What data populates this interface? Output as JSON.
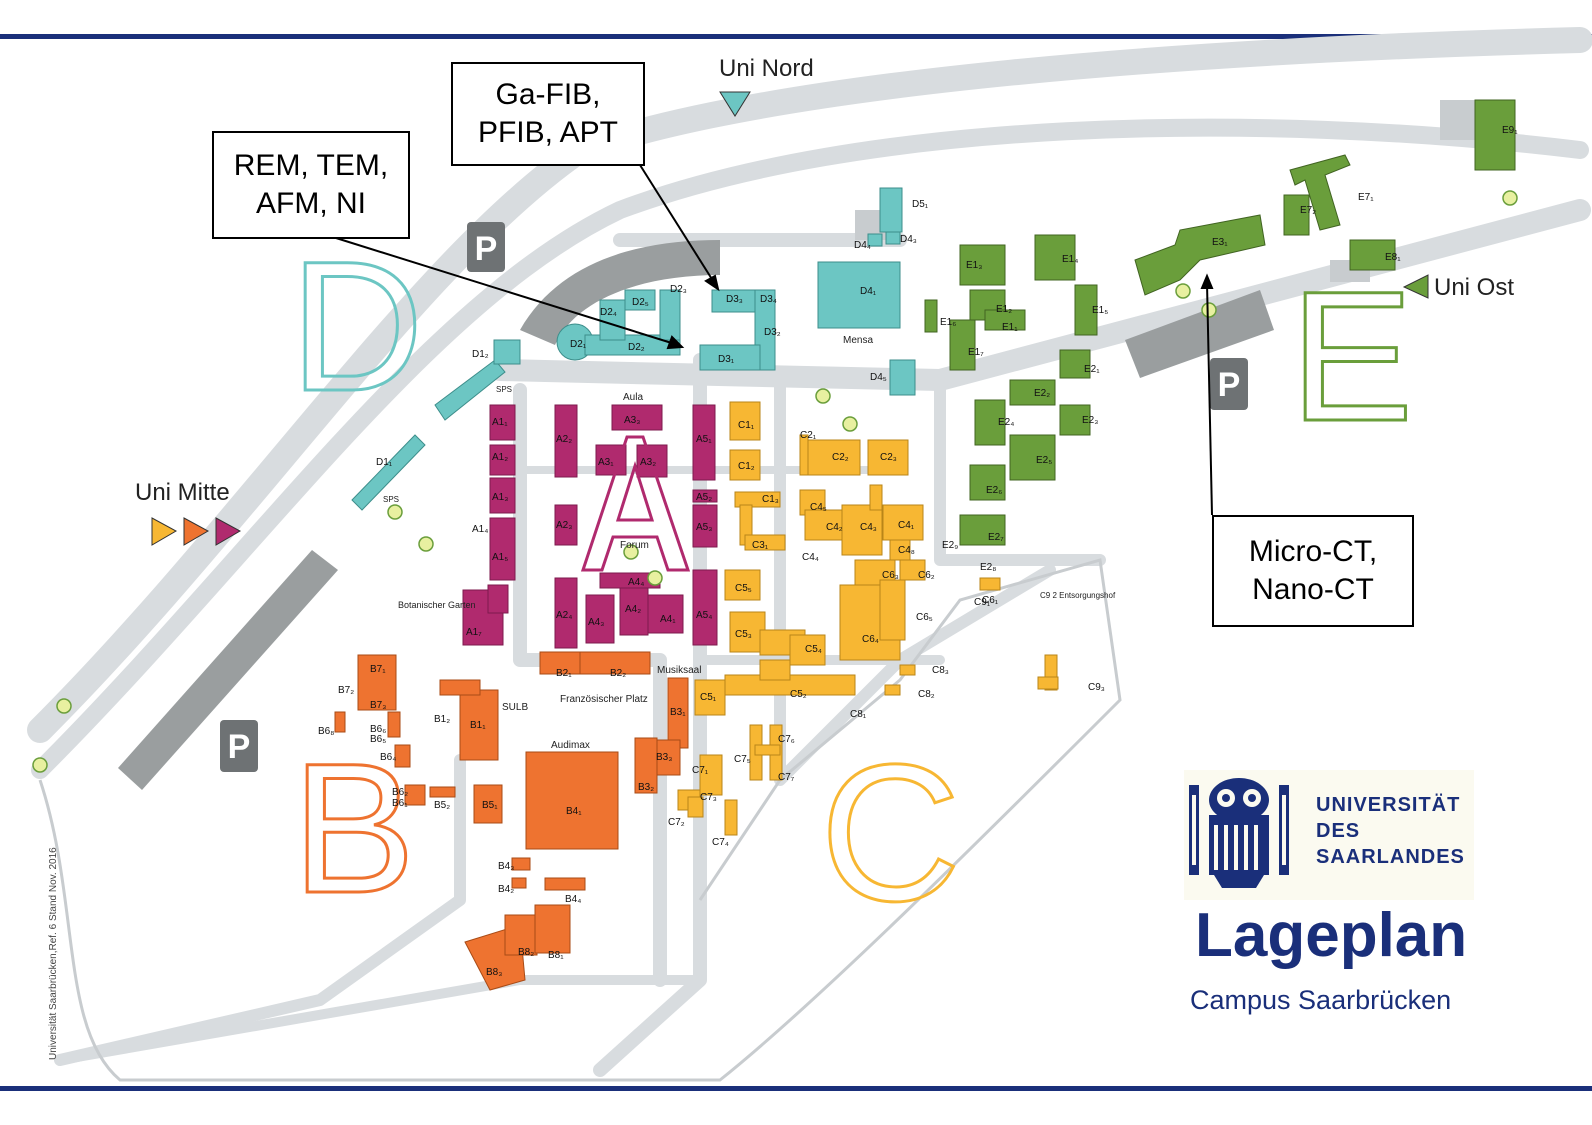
{
  "callouts": {
    "rem": [
      "REM, TEM,",
      "AFM, NI"
    ],
    "fib": [
      "Ga-FIB,",
      "PFIB, APT"
    ],
    "ct": [
      "Micro-CT,",
      "Nano-CT"
    ]
  },
  "entrances": {
    "nord": "Uni Nord",
    "mitte": "Uni Mitte",
    "ost": "Uni Ost"
  },
  "zones": {
    "a": "A",
    "b": "B",
    "c": "C",
    "d": "D",
    "e": "E"
  },
  "parking": "P",
  "places": {
    "aula": "Aula",
    "forum": "Forum",
    "mensa": "Mensa",
    "musiksaal": "Musiksaal",
    "audimax": "Audimax",
    "botanischer_garten": "Botanischer Garten",
    "franzoesischer_platz": "Französischer Platz",
    "sulb": "SULB",
    "sps": "SPS",
    "entsorgungshof": "C9 2 Entsorgungshof"
  },
  "building_labels": {
    "A": [
      "A1₁",
      "A1₂",
      "A1₃",
      "A1₄",
      "A1₅",
      "A1₇",
      "A2₂",
      "A2₃",
      "A2₄",
      "A3₁",
      "A3₂",
      "A3₃",
      "A4₁",
      "A4₂",
      "A4₃",
      "A4₄",
      "A5₁",
      "A5₂",
      "A5₃",
      "A5₄"
    ],
    "B": [
      "B1₁",
      "B1₂",
      "B2₁",
      "B2₂",
      "B3₁",
      "B3₂",
      "B3₃",
      "B4₁",
      "B4₂",
      "B4₃",
      "B4₄",
      "B5₁",
      "B5₂",
      "B6₁",
      "B6₂",
      "B6₄",
      "B6₅",
      "B6₆",
      "B6₈",
      "B7₁",
      "B7₂",
      "B7₃",
      "B8₁",
      "B8₂",
      "B8₃"
    ],
    "C": [
      "C1₁",
      "C1₂",
      "C1₃",
      "C2₁",
      "C2₂",
      "C2₃",
      "C3₁",
      "C4₁",
      "C4₂",
      "C4₃",
      "C4₄",
      "C4₅",
      "C4₈",
      "C5₁",
      "C5₂",
      "C5₃",
      "C5₄",
      "C5₅",
      "C6₁",
      "C6₂",
      "C6₃",
      "C6₄",
      "C6₅",
      "C7₁",
      "C7₂",
      "C7₃",
      "C7₄",
      "C7₅",
      "C7₆",
      "C7₇",
      "C8₁",
      "C8₂",
      "C8₃",
      "C9₁",
      "C9₃"
    ],
    "D": [
      "D1₁",
      "D1₂",
      "D2₁",
      "D2₂",
      "D2₃",
      "D2₄",
      "D2₅",
      "D3₁",
      "D3₂",
      "D3₃",
      "D3₄",
      "D4₁",
      "D4₃",
      "D4₄",
      "D4₅",
      "D5₁"
    ],
    "E": [
      "E1₁",
      "E1₂",
      "E1₃",
      "E1₄",
      "E1₅",
      "E1₆",
      "E1₇",
      "E2₁",
      "E2₂",
      "E2₃",
      "E2₄",
      "E2₅",
      "E2₆",
      "E2₇",
      "E2₈",
      "E2₉",
      "E3₁",
      "E7₁",
      "E7₂",
      "E8₁",
      "E9₁"
    ]
  },
  "university": {
    "line1": "UNIVERSITÄT",
    "line2": "DES",
    "line3": "SAARLANDES"
  },
  "title": "Lageplan",
  "subtitle": "Campus Saarbrücken",
  "credit": "Universität Saarbrücken,Ref. 6 Stand Nov. 2016",
  "colors": {
    "zone_a": "#b02a6e",
    "zone_b": "#ee7330",
    "zone_c": "#f7b733",
    "zone_d": "#6cc6c3",
    "zone_e": "#6a9e3b",
    "brand": "#1a2f7a",
    "road": "#d8dcdf",
    "parking": "#6e7274"
  }
}
